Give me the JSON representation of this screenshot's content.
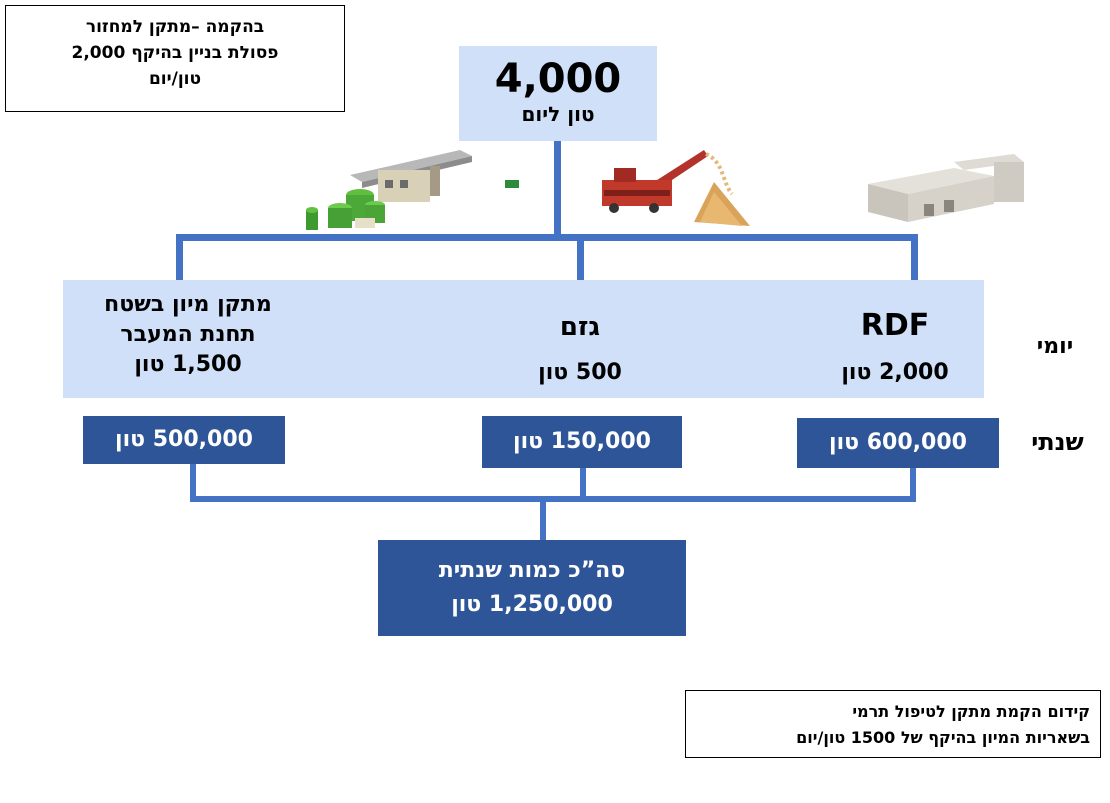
{
  "note_top": {
    "line1": "בהקמה –מתקן למחזור",
    "line2": "פסולת בניין בהיקף 2,000",
    "line3": "טון/יום"
  },
  "total_daily": {
    "value": "4,000",
    "unit": "טון ליום"
  },
  "row_labels": {
    "daily": "יומי",
    "yearly": "שנתי"
  },
  "facilities": [
    {
      "name_line1": "מתקן מיון בשטח",
      "name_line2": "תחנת המעבר",
      "daily": "1,500 טון",
      "yearly": "500,000 טון",
      "icon": "silo-plant-icon"
    },
    {
      "name_line1": "גזם",
      "name_line2": "",
      "daily": "500 טון",
      "yearly": "150,000 טון",
      "icon": "shredder-truck-icon"
    },
    {
      "name_line1": "RDF",
      "name_line2": "",
      "daily": "2,000 טון",
      "yearly": "600,000 טון",
      "icon": "factory-building-icon"
    }
  ],
  "total_yearly": {
    "line1": "סה”כ כמות שנתית",
    "line2": "1,250,000 טון"
  },
  "note_bottom": {
    "line1": "קידום הקמת מתקן לטיפול תרמי",
    "line2": "בשאריות המיון בהיקף של 1500 טון/יום"
  },
  "colors": {
    "light_box": "#cfe0f8",
    "dark_box": "#2e5597",
    "connector": "#4472c4"
  }
}
